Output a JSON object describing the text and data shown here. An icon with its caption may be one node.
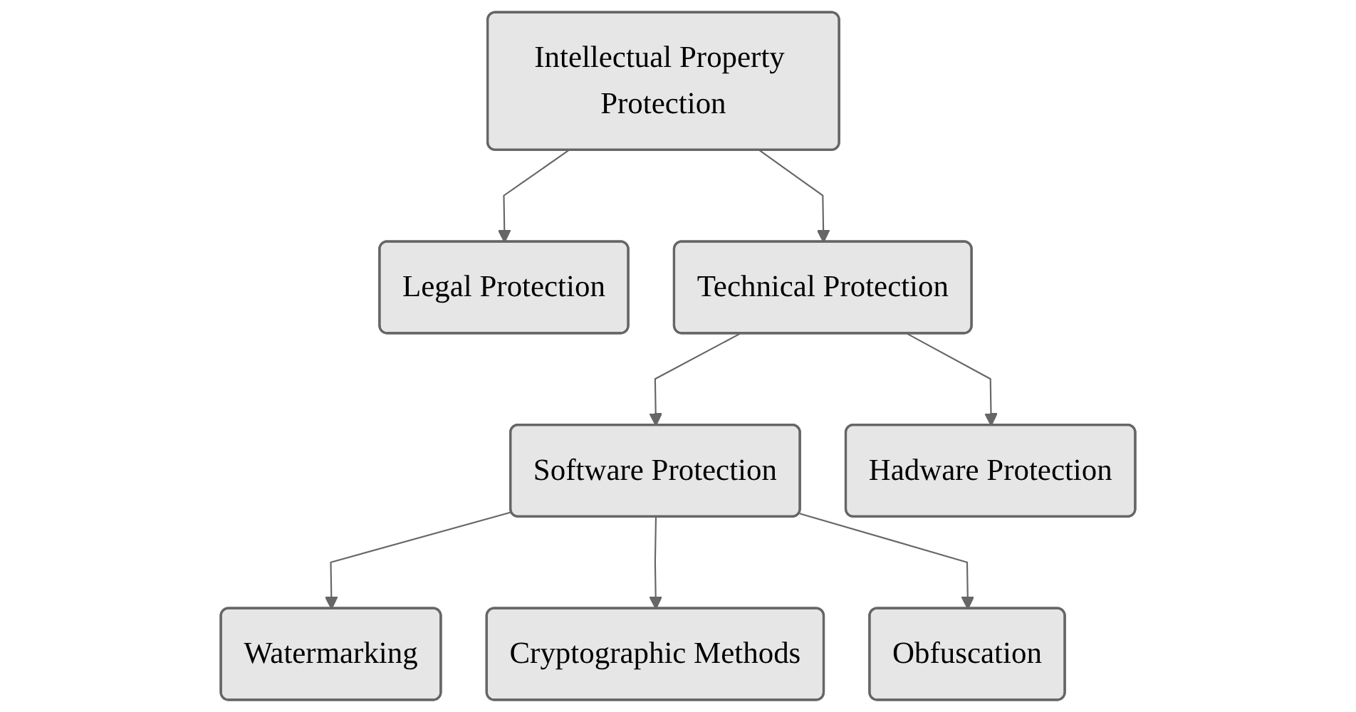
{
  "diagram": {
    "nodes": [
      {
        "text": [
          "Intellectual Property Protection"
        ]
      },
      {
        "text": [
          "Legal Protection"
        ]
      },
      {
        "text": [
          "Technical Protection"
        ]
      },
      {
        "text": [
          "Software Protection"
        ]
      },
      {
        "text": [
          "Hadware Protection"
        ]
      },
      {
        "text": [
          "Watermarking"
        ]
      },
      {
        "text": [
          "Cryptographic Methods"
        ]
      },
      {
        "text": [
          "Obfuscation"
        ]
      }
    ],
    "edges": [
      {
        "from": 0,
        "to": 1,
        "arrow": "to"
      },
      {
        "from": 0,
        "to": 2,
        "arrow": "to"
      },
      {
        "from": 2,
        "to": 3,
        "arrow": "to"
      },
      {
        "from": 2,
        "to": 4,
        "arrow": "to"
      },
      {
        "from": 3,
        "to": 5,
        "arrow": "to"
      },
      {
        "from": 3,
        "to": 6,
        "arrow": "to"
      },
      {
        "from": 3,
        "to": 7,
        "arrow": "to"
      }
    ]
  }
}
